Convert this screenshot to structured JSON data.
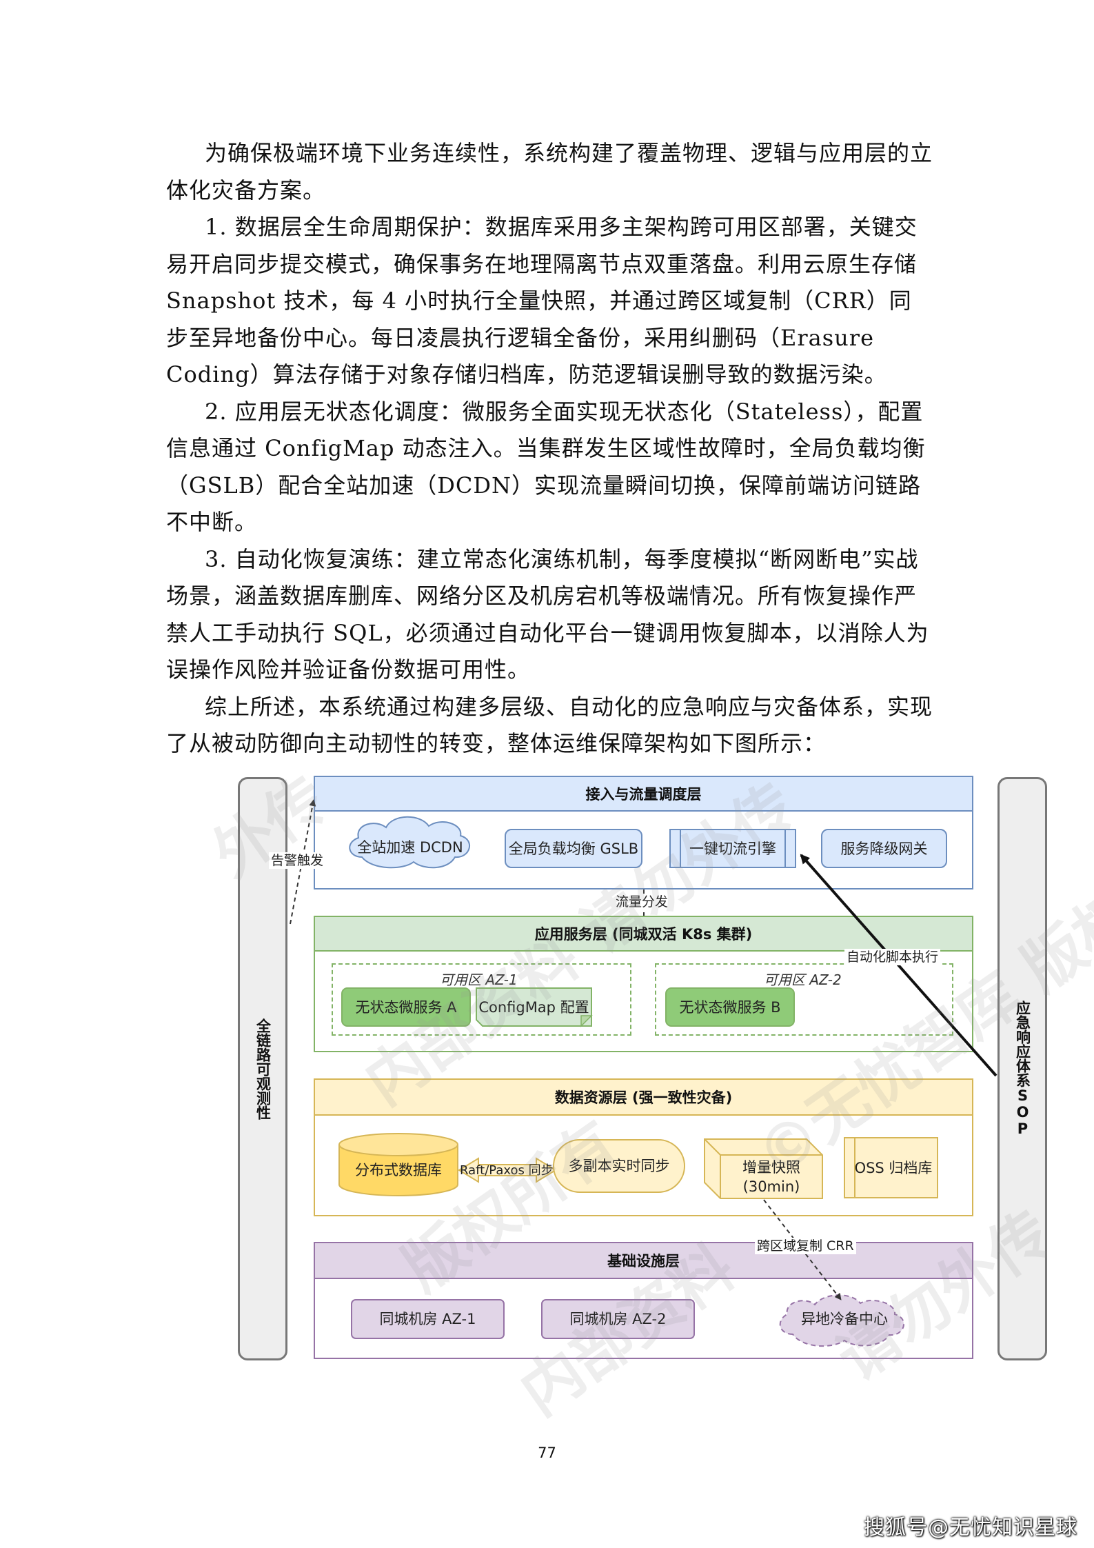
{
  "paragraphs": [
    "为确保极端环境下业务连续性，系统构建了覆盖物理、逻辑与应用层的立体化灾备方案。",
    "1. 数据层全生命周期保护：数据库采用多主架构跨可用区部署，关键交易开启同步提交模式，确保事务在地理隔离节点双重落盘。利用云原生存储 Snapshot 技术，每 4 小时执行全量快照，并通过跨区域复制（CRR）同步至异地备份中心。每日凌晨执行逻辑全备份，采用纠删码（Erasure Coding）算法存储于对象存储归档库，防范逻辑误删导致的数据污染。",
    "2. 应用层无状态化调度：微服务全面实现无状态化（Stateless），配置信息通过 ConfigMap 动态注入。当集群发生区域性故障时，全局负载均衡（GSLB）配合全站加速（DCDN）实现流量瞬间切换，保障前端访问链路不中断。",
    "3. 自动化恢复演练：建立常态化演练机制，每季度模拟“断网断电”实战场景，涵盖数据库删库、网络分区及机房宕机等极端情况。所有恢复操作严禁人工手动执行 SQL，必须通过自动化平台一键调用恢复脚本，以消除人为误操作风险并验证备份数据可用性。",
    "综上所述，本系统通过构建多层级、自动化的应急响应与灾备体系，实现了从被动防御向主动韧性的转变，整体运维保障架构如下图所示："
  ],
  "diagram": {
    "left_pillar": "全链路可观测性",
    "right_pillar": "应急响应体系SOP",
    "access_layer": {
      "title": "接入与流量调度层",
      "nodes": [
        "全站加速 DCDN",
        "全局负载均衡 GSLB",
        "一键切流引擎",
        "服务降级网关"
      ]
    },
    "app_layer": {
      "title": "应用服务层 (同城双活 K8s 集群)",
      "zone1": "可用区 AZ-1",
      "zone2": "可用区 AZ-2",
      "svc_a": "无状态微服务 A",
      "configmap": "ConfigMap 配置",
      "svc_b": "无状态微服务 B"
    },
    "data_layer": {
      "title": "数据资源层 (强一致性灾备)",
      "db": "分布式数据库",
      "raft": "Raft/Paxos 同步",
      "replica": "多副本实时同步",
      "snapshot_line1": "增量快照",
      "snapshot_line2": "(30min)",
      "oss": "OSS 归档库"
    },
    "infra_layer": {
      "title": "基础设施层",
      "room1": "同城机房 AZ-1",
      "room2": "同城机房 AZ-2",
      "cold": "异地冷备中心"
    },
    "edge_labels": {
      "alert": "告警触发",
      "traffic": "流量分发",
      "auto_script": "自动化脚本执行",
      "crr": "跨区域复制 CRR"
    },
    "colors": {
      "blue_fill": "#dae8fc",
      "blue_stroke": "#6c8ebf",
      "green_fill": "#d5e8d4",
      "green_stroke": "#82b366",
      "green_node": "#8fcb78",
      "yellow_fill": "#fff2cc",
      "yellow_stroke": "#d6b656",
      "purple_fill": "#e1d5e7",
      "purple_stroke": "#9673a6"
    }
  },
  "watermarks": [
    "外传",
    "内部资料 请勿外传",
    "©无忧智库 版权所有",
    "版权所有",
    "内部资料",
    "请勿外传"
  ],
  "page_number": "77",
  "credit": "搜狐号@无忧知识星球"
}
